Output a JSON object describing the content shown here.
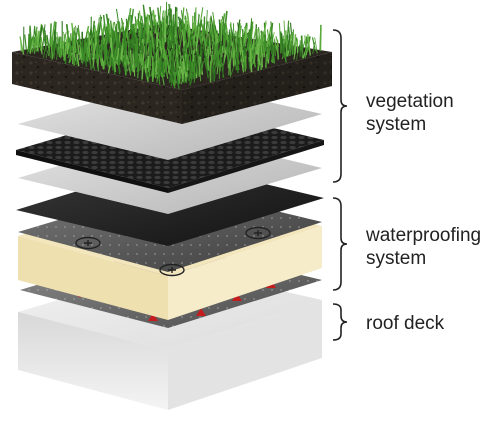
{
  "diagram": {
    "labels": {
      "vegetation": {
        "line1": "vegetation",
        "line2": "system"
      },
      "waterproofing": {
        "line1": "waterproofing",
        "line2": "system"
      },
      "roof_deck": {
        "line1": "roof deck"
      }
    },
    "colors": {
      "grass": "#3f8f2a",
      "soil": "#2b2620",
      "filter_fabric": "#c9c9c9",
      "drainage_mat": "#1e1e1e",
      "membrane_dark": "#2a2a2a",
      "insulation": "#f3e6bd",
      "vapor_barrier": "#5a5a5a",
      "marker_red": "#c41d1d",
      "deck": "#e9e9e9",
      "bracket": "#222222"
    }
  }
}
